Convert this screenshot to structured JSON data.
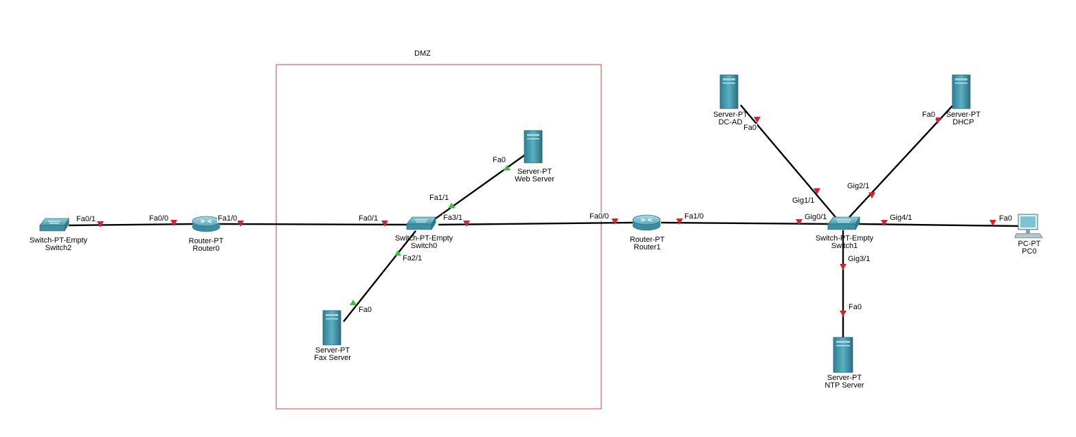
{
  "dmz_area": {
    "label": "DMZ",
    "border_color": "#e25a5a"
  },
  "colors": {
    "link": "#000000",
    "port_down": "#d9202e",
    "port_up": "#3fbf3f",
    "server_body": "#3f93a8",
    "switch_body": "#4fa3b5"
  },
  "devices": {
    "switch2": {
      "type": "Switch-PT-Empty",
      "name": "Switch2",
      "icon": "switch-icon"
    },
    "router0": {
      "type": "Router-PT",
      "name": "Router0",
      "icon": "router-icon"
    },
    "switch0": {
      "type": "Switch-PT-Empty",
      "name": "Switch0",
      "icon": "switch-icon"
    },
    "web_server": {
      "type": "Server-PT",
      "name": "Web Server",
      "icon": "server-icon"
    },
    "fax_server": {
      "type": "Server-PT",
      "name": "Fax Server",
      "icon": "server-icon"
    },
    "router1": {
      "type": "Router-PT",
      "name": "Router1",
      "icon": "router-icon"
    },
    "switch1": {
      "type": "Switch-PT-Empty",
      "name": "Switch1",
      "icon": "switch-icon"
    },
    "dc_ad": {
      "type": "Server-PT",
      "name": "DC-AD",
      "icon": "server-icon"
    },
    "dhcp": {
      "type": "Server-PT",
      "name": "DHCP",
      "icon": "server-icon"
    },
    "pc0": {
      "type": "PC-PT",
      "name": "PC0",
      "icon": "pc-icon"
    },
    "ntp_server": {
      "type": "Server-PT",
      "name": "NTP Server",
      "icon": "server-icon"
    }
  },
  "ports": {
    "sw2_fa01": "Fa0/1",
    "r0_fa00": "Fa0/0",
    "r0_fa10": "Fa1/0",
    "sw0_fa01": "Fa0/1",
    "sw0_fa31": "Fa3/1",
    "sw0_fa11": "Fa1/1",
    "sw0_fa21": "Fa2/1",
    "web_fa0": "Fa0",
    "fax_fa0": "Fa0",
    "r1_fa00": "Fa0/0",
    "r1_fa10": "Fa1/0",
    "sw1_gig01": "Gig0/1",
    "sw1_gig11": "Gig1/1",
    "sw1_gig21": "Gig2/1",
    "sw1_gig41": "Gig4/1",
    "sw1_gig31": "Gig3/1",
    "dcad_fa0": "Fa0",
    "dhcp_fa0": "Fa0",
    "pc0_fa0": "Fa0",
    "ntp_fa0": "Fa0"
  },
  "links": [
    {
      "from": "switch2",
      "to": "router0",
      "status": [
        "down",
        "down"
      ]
    },
    {
      "from": "router0",
      "to": "switch0",
      "status": [
        "down",
        "down"
      ]
    },
    {
      "from": "switch0",
      "to": "router1",
      "status": [
        "down",
        "down"
      ]
    },
    {
      "from": "switch0",
      "to": "web_server",
      "status": [
        "up",
        "up"
      ]
    },
    {
      "from": "switch0",
      "to": "fax_server",
      "status": [
        "up",
        "up"
      ]
    },
    {
      "from": "router1",
      "to": "switch1",
      "status": [
        "down",
        "down"
      ]
    },
    {
      "from": "switch1",
      "to": "dc_ad",
      "status": [
        "down",
        "down"
      ]
    },
    {
      "from": "switch1",
      "to": "dhcp",
      "status": [
        "down",
        "down"
      ]
    },
    {
      "from": "switch1",
      "to": "pc0",
      "status": [
        "down",
        "down"
      ]
    },
    {
      "from": "switch1",
      "to": "ntp_server",
      "status": [
        "down",
        "down"
      ]
    }
  ]
}
